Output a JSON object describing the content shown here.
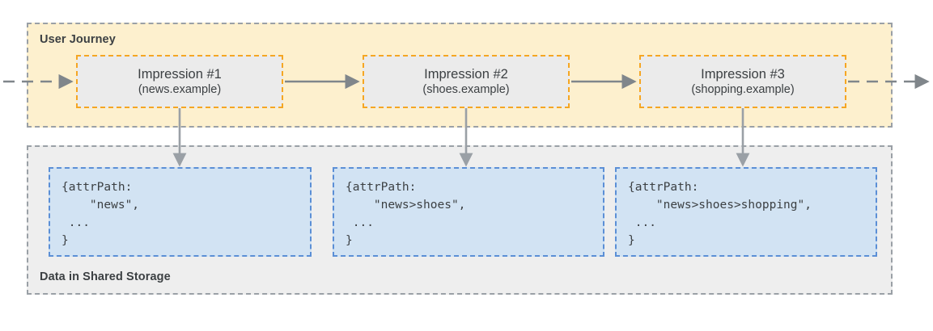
{
  "diagram": {
    "title": "Shared Storage user journey and attrPath data flow",
    "colors": {
      "journey_background": "#FDF0CE",
      "journey_border": "#9AA0A6",
      "storage_background": "#EEEEEE",
      "storage_border": "#9AA0A6",
      "impression_background": "#EBEBEB",
      "impression_border": "#F5A623",
      "data_background": "#D2E3F3",
      "data_border": "#5B8FD6",
      "arrow": "#80868B",
      "text": "#3C4043"
    }
  },
  "journey": {
    "label": "User Journey",
    "impressions": [
      {
        "title": "Impression #1",
        "site": "(news.example)"
      },
      {
        "title": "Impression #2",
        "site": "(shoes.example)"
      },
      {
        "title": "Impression #3",
        "site": "(shopping.example)"
      }
    ]
  },
  "storage": {
    "label": "Data in Shared Storage",
    "entries": [
      {
        "code": "{attrPath:\n    \"news\",\n ...\n}"
      },
      {
        "code": "{attrPath:\n    \"news>shoes\",\n ...\n}"
      },
      {
        "code": "{attrPath:\n    \"news>shoes>shopping\",\n ...\n}"
      }
    ]
  },
  "connectors": {
    "inbound_label": "dashed-arrow-into-journey",
    "outbound_label": "dashed-arrow-out-of-journey",
    "between_label": "solid-arrow-between-impressions",
    "down_label": "solid-arrow-to-storage"
  }
}
